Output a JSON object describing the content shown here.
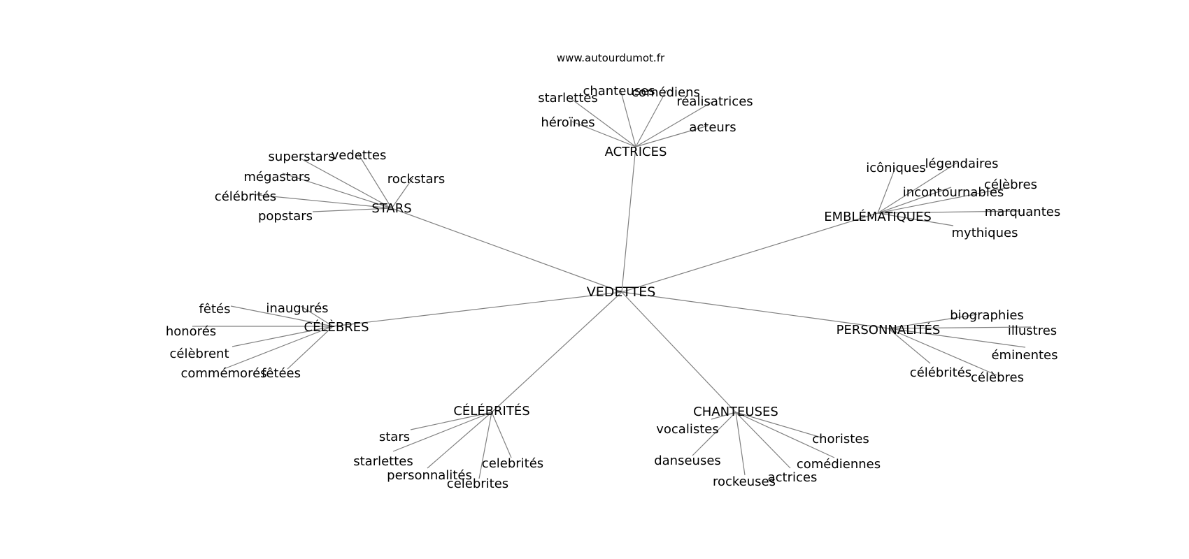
{
  "source": "www.autourdumot.fr",
  "root": "VEDETTES",
  "colors": {
    "edge": "#808080",
    "text": "#000000",
    "background": "#ffffff"
  },
  "hubs": [
    {
      "label": "STARS",
      "leaves": [
        "superstars",
        "vedettes",
        "mégastars",
        "rockstars",
        "célébrités",
        "popstars"
      ]
    },
    {
      "label": "ACTRICES",
      "leaves": [
        "starlettes",
        "chanteuses",
        "comédiens",
        "réalisatrices",
        "héroïnes",
        "acteurs"
      ]
    },
    {
      "label": "EMBLÉMATIQUES",
      "leaves": [
        "icôniques",
        "légendaires",
        "incontournables",
        "célèbres",
        "marquantes",
        "mythiques"
      ]
    },
    {
      "label": "CÉLÈBRES",
      "leaves": [
        "fêtés",
        "inaugurés",
        "honorés",
        "célèbrent",
        "commémorés",
        "fêtées"
      ]
    },
    {
      "label": "PERSONNALITÉS",
      "leaves": [
        "biographies",
        "illustres",
        "éminentes",
        "célébrités",
        "célèbres"
      ]
    },
    {
      "label": "CÉLÉBRITÉS",
      "leaves": [
        "stars",
        "starlettes",
        "personnalités",
        "celebrités",
        "celebrites"
      ]
    },
    {
      "label": "CHANTEUSES",
      "leaves": [
        "vocalistes",
        "choristes",
        "danseuses",
        "comédiennes",
        "rockeuses",
        "actrices"
      ]
    }
  ]
}
